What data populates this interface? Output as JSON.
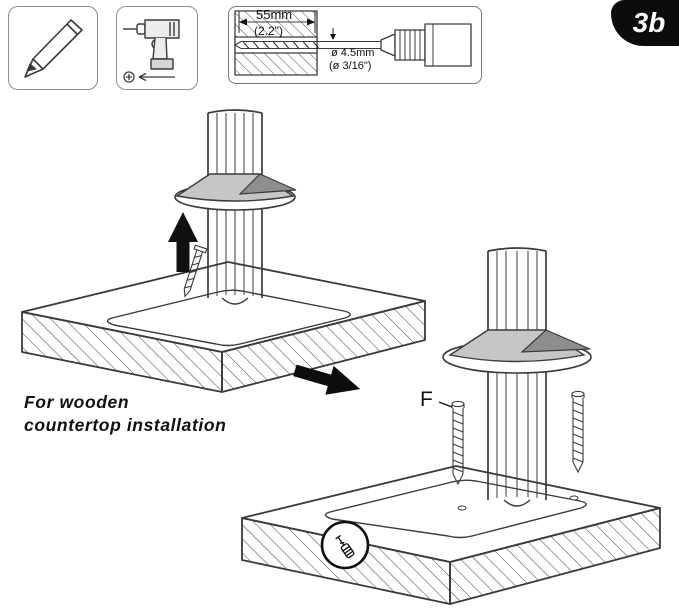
{
  "page": {
    "step_badge": "3b",
    "caption_line1": "For wooden",
    "caption_line2": "countertop installation",
    "part_label": "F"
  },
  "drill_spec": {
    "depth_mm": "55mm",
    "depth_inch": "(2.2\")",
    "diameter_mm": "ø 4.5mm",
    "diameter_inch": "(ø 3/16\")"
  },
  "icons": [
    {
      "name": "pencil-icon"
    },
    {
      "name": "drill-icon"
    },
    {
      "name": "phillips-screw-icon"
    },
    {
      "name": "drill-bit-spec-icon"
    },
    {
      "name": "up-arrow-icon"
    },
    {
      "name": "next-step-arrow-icon"
    },
    {
      "name": "wall-anchor-icon"
    }
  ],
  "colors": {
    "line": "#3a3a3a",
    "accent_black": "#101010",
    "collar_gray": "#c6c6c6",
    "collar_dark": "#8e8e8e"
  }
}
